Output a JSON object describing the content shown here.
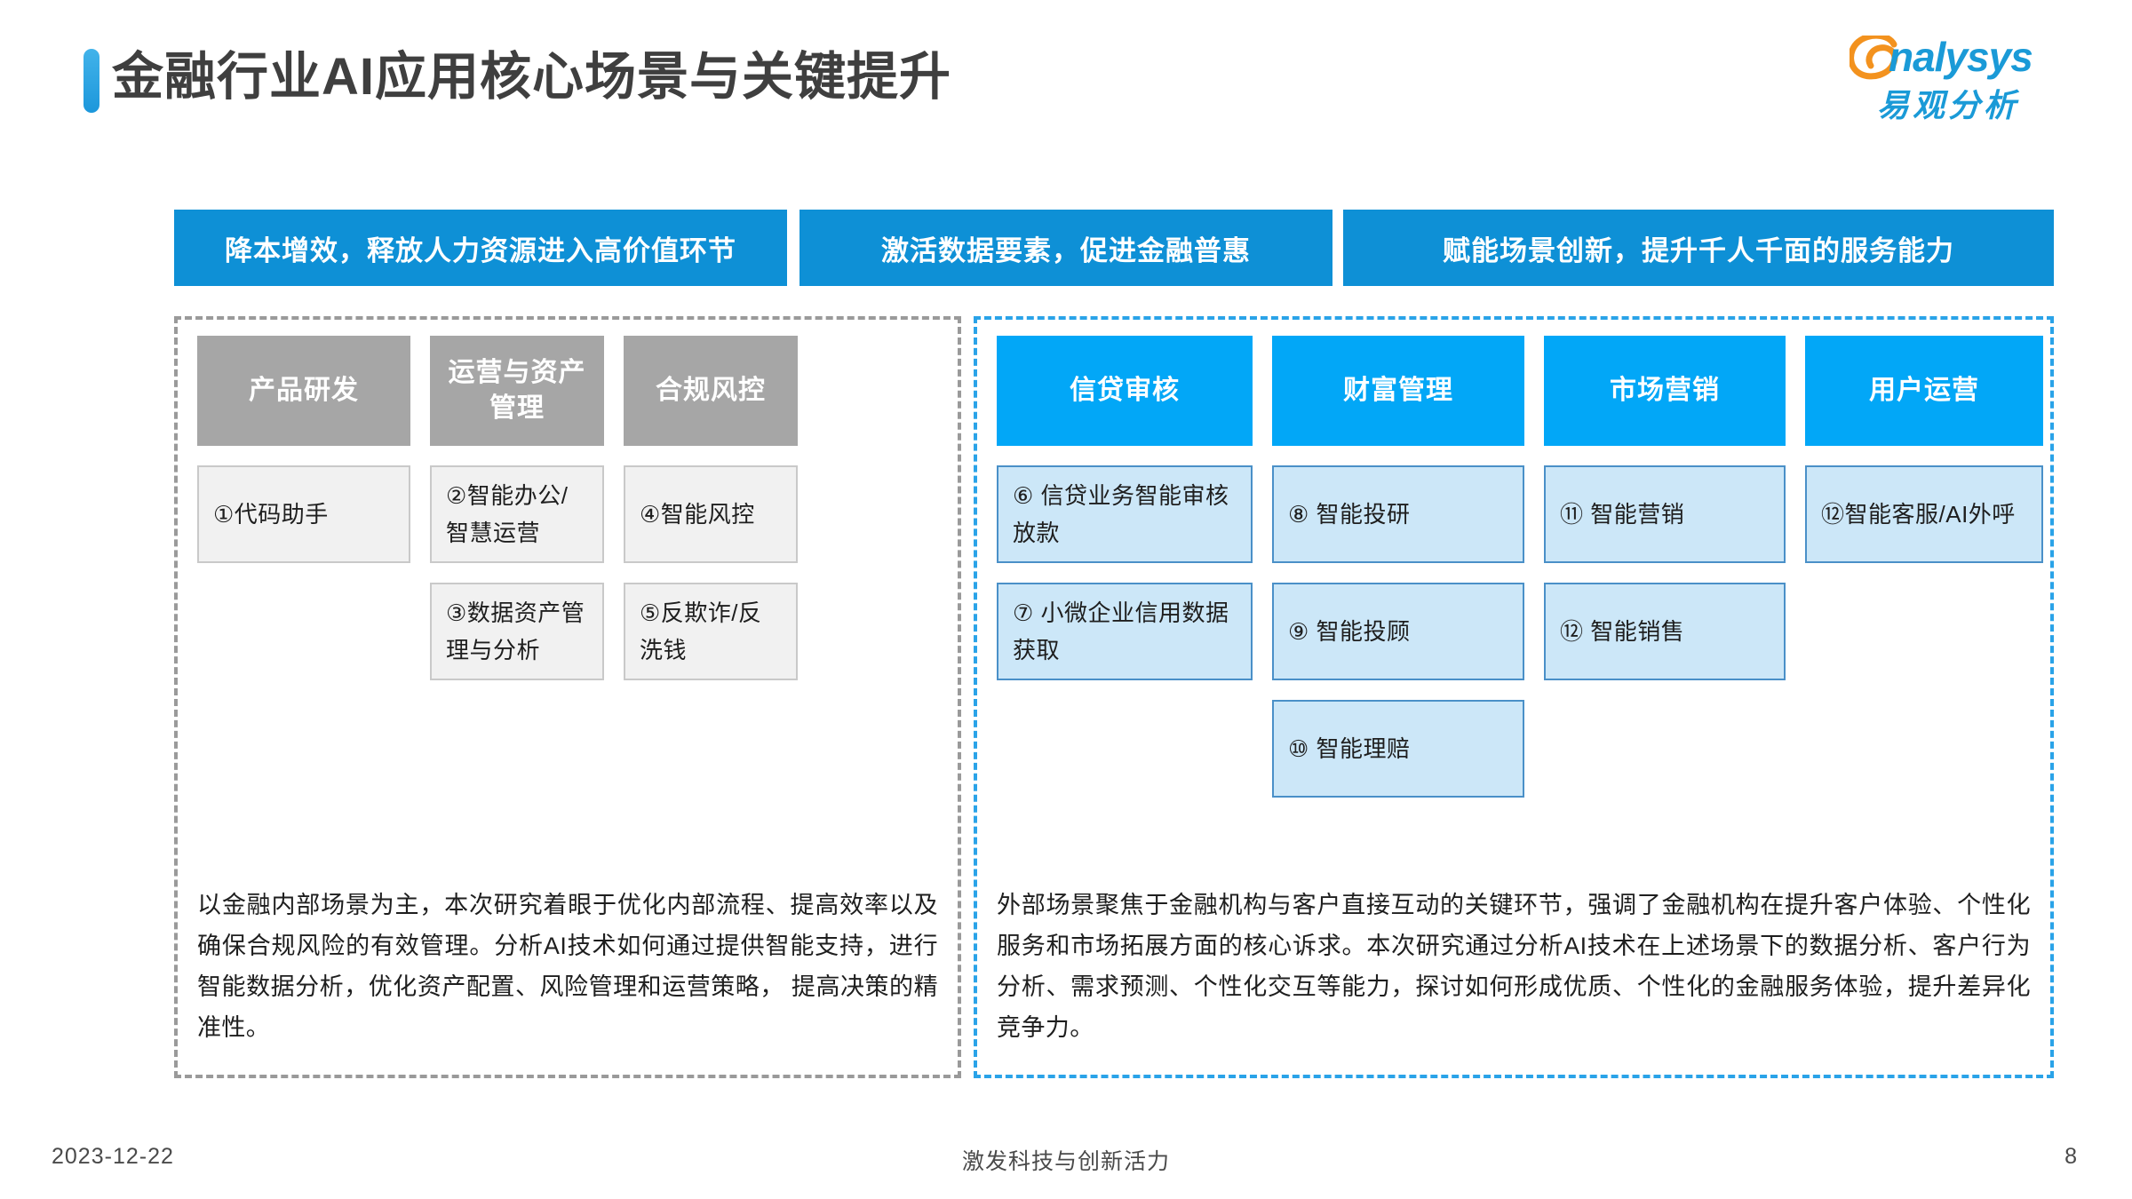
{
  "header": {
    "title": "金融行业AI应用核心场景与关键提升",
    "accent_color": "#35a8e0",
    "logo": {
      "latin": "nalysys",
      "chinese": "易观分析",
      "swoosh_color": "#f3921e",
      "text_color": "#1a9ad7"
    }
  },
  "banners": [
    {
      "text": "降本增效，释放人力资源进入高价值环节"
    },
    {
      "text": "激活数据要素，促进金融普惠"
    },
    {
      "text": "赋能场景创新，提升千人千面的服务能力"
    }
  ],
  "panels": {
    "internal": {
      "accent_color": "#a6a6a6",
      "border_color": "#9a9a9a",
      "columns": [
        {
          "header": "产品研发",
          "items": [
            "①代码助手"
          ]
        },
        {
          "header": "运营与资产管理",
          "items": [
            "②智能办公/智慧运营",
            "③数据资产管理与分析"
          ]
        },
        {
          "header": "合规风控",
          "items": [
            "④智能风控",
            "⑤反欺诈/反洗钱"
          ]
        }
      ],
      "note": "以金融内部场景为主，本次研究着眼于优化内部流程、提高效率以及确保合规风险的有效管理。分析AI技术如何通过提供智能支持，进行智能数据分析，优化资产配置、风险管理和运营策略， 提高决策的精准性。"
    },
    "external": {
      "accent_color": "#02a7f7",
      "border_color": "#2aa3e8",
      "columns": [
        {
          "header": "信贷审核",
          "items": [
            "⑥ 信贷业务智能审核放款",
            "⑦ 小微企业信用数据获取"
          ]
        },
        {
          "header": "财富管理",
          "items": [
            "⑧ 智能投研",
            "⑨ 智能投顾",
            "⑩ 智能理赔"
          ]
        },
        {
          "header": "市场营销",
          "items": [
            "⑪ 智能营销",
            "⑫ 智能销售"
          ]
        },
        {
          "header": "用户运营",
          "items": [
            "⑫智能客服/AI外呼"
          ]
        }
      ],
      "note": "外部场景聚焦于金融机构与客户直接互动的关键环节，强调了金融机构在提升客户体验、个性化服务和市场拓展方面的核心诉求。本次研究通过分析AI技术在上述场景下的数据分析、客户行为分析、需求预测、个性化交互等能力，探讨如何形成优质、个性化的金融服务体验，提升差异化竞争力。"
    }
  },
  "footer": {
    "date": "2023-12-22",
    "slogan": "激发科技与创新活力",
    "page_number": "8"
  }
}
